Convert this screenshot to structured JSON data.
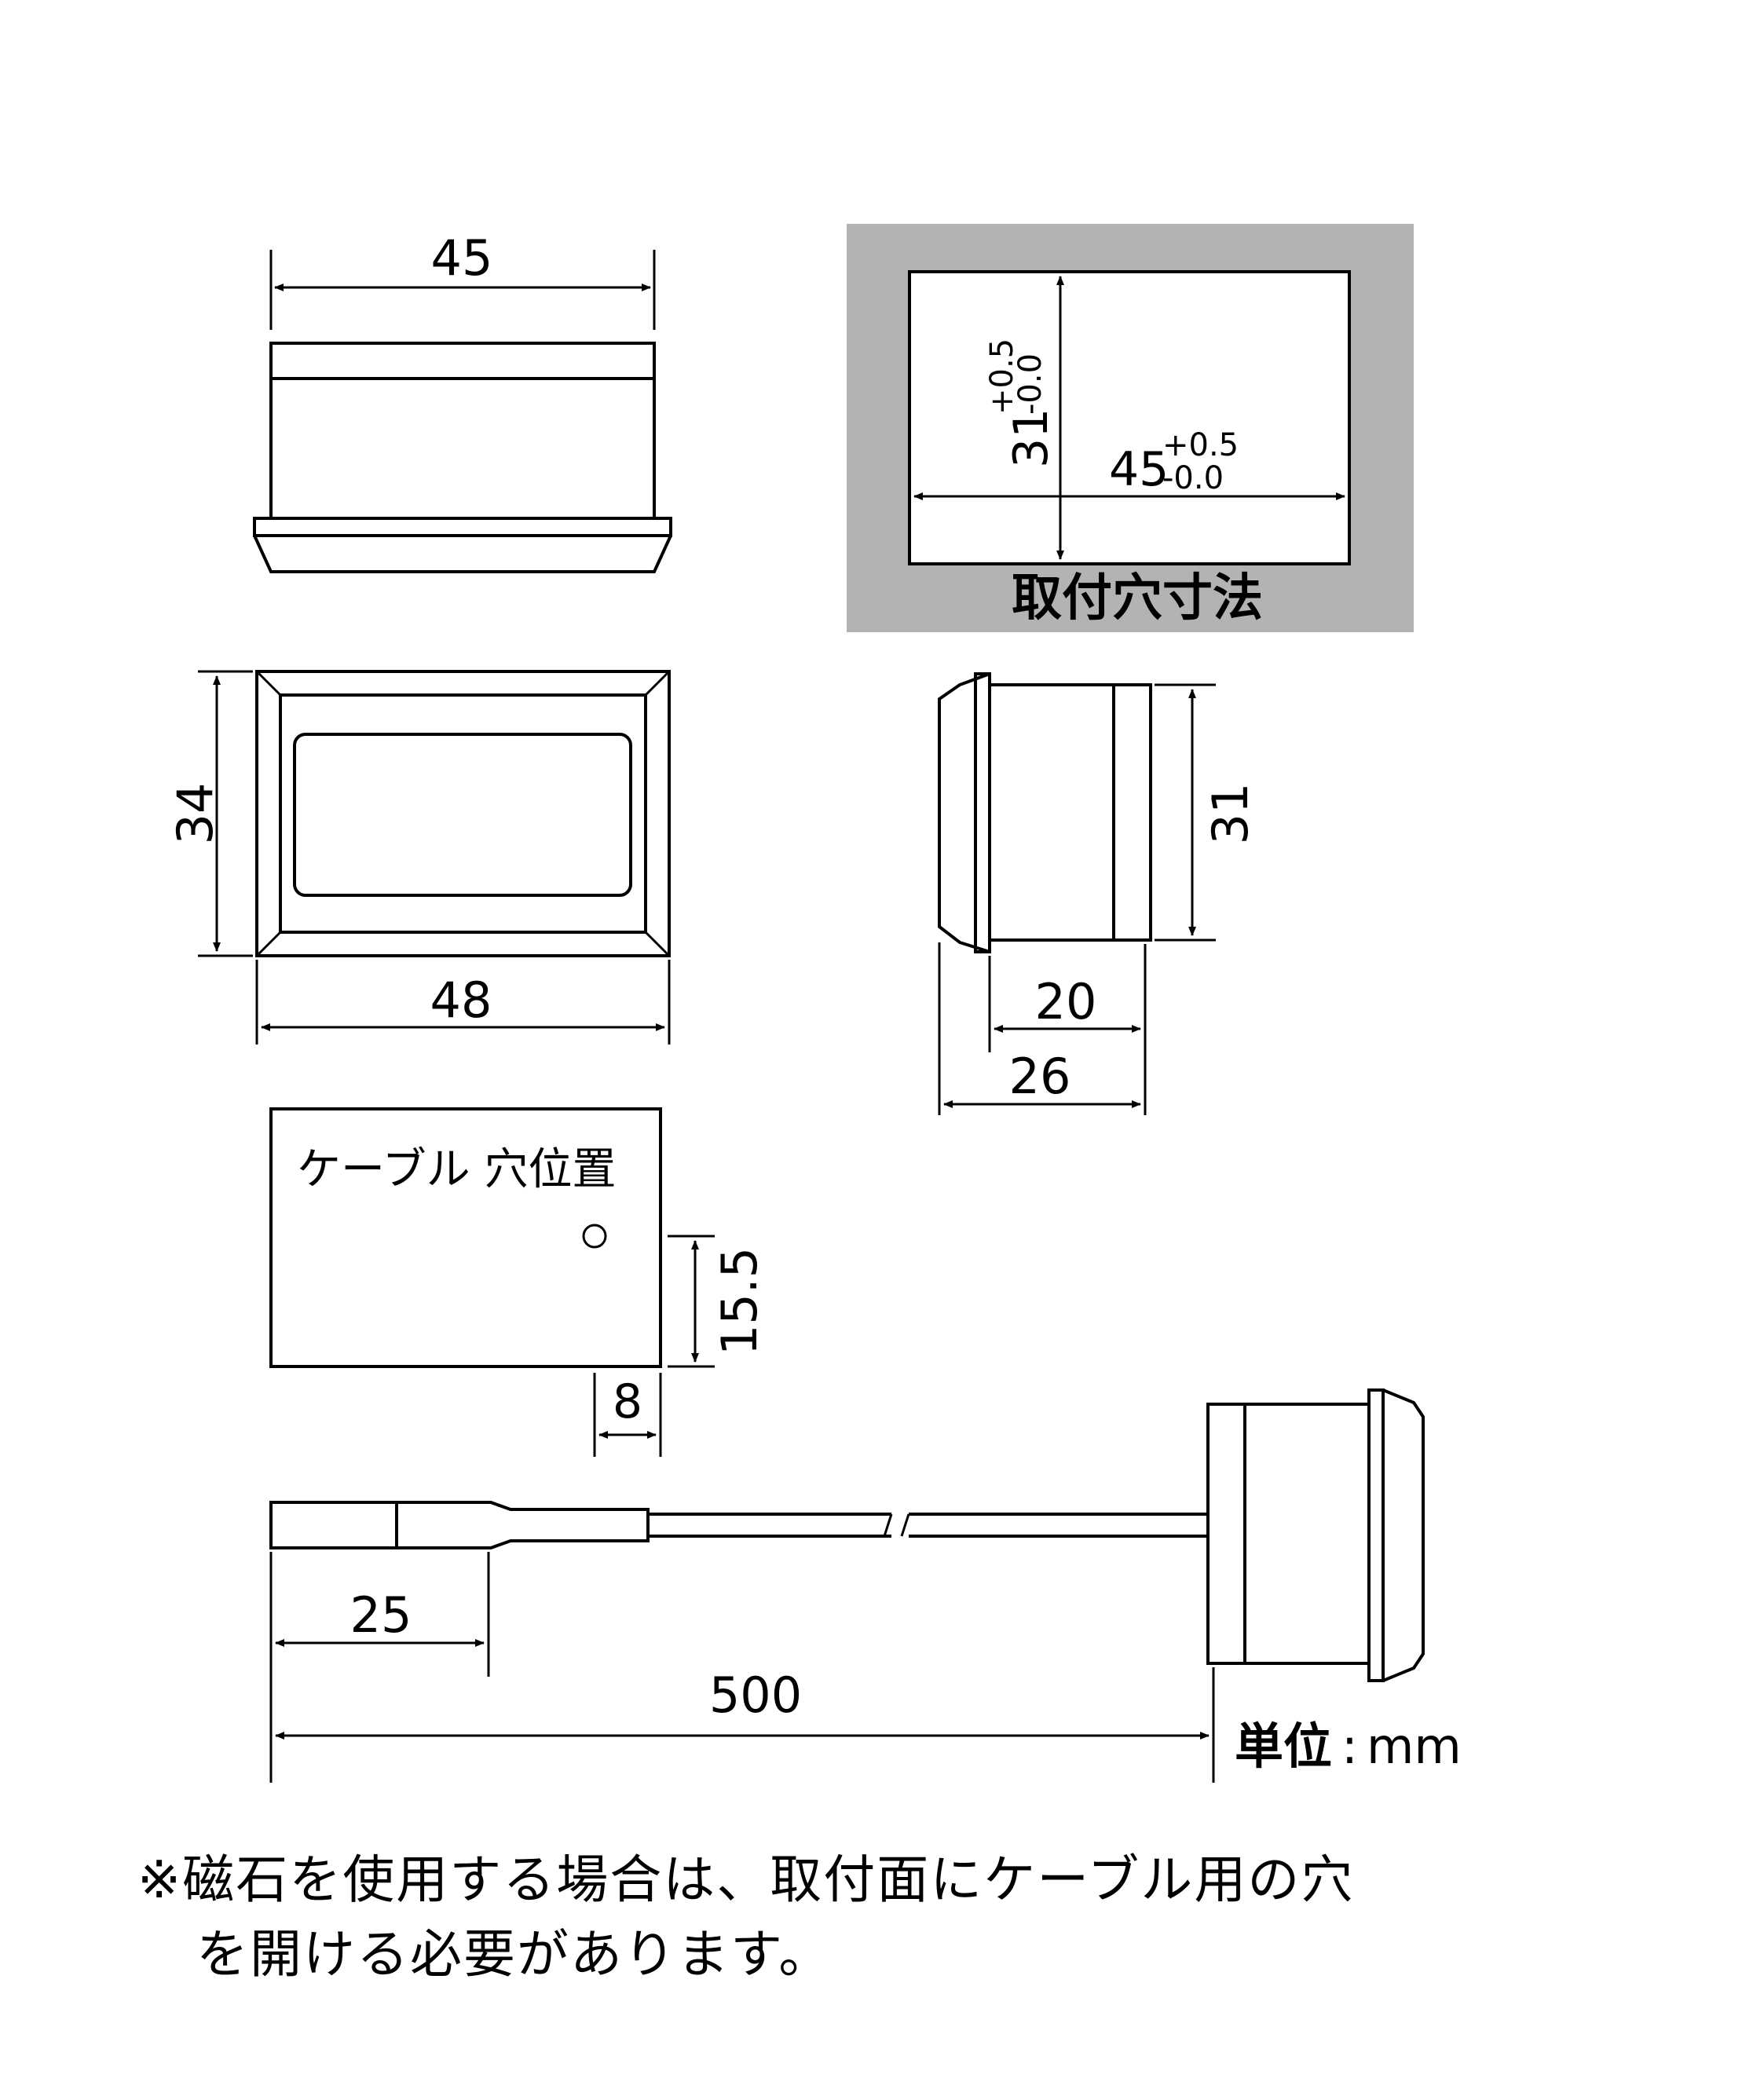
{
  "front_view": {
    "width_label": "45"
  },
  "face_view": {
    "height_label": "34",
    "width_label": "48"
  },
  "mounting_hole": {
    "title": "取付穴寸法",
    "height_value": "31",
    "height_tol_plus": "+0.5",
    "height_tol_minus": "-0.0",
    "width_value": "45",
    "width_tol_plus": "+0.5",
    "width_tol_minus": "-0.0",
    "panel_color": "#b3b3b3"
  },
  "side_view": {
    "height_label": "31",
    "body_depth_label": "20",
    "total_depth_label": "26"
  },
  "cable_hole": {
    "title": "ケーブル 穴位置",
    "height_label": "15.5",
    "offset_label": "8"
  },
  "cable": {
    "probe_label": "25",
    "length_label": "500"
  },
  "unit": {
    "label": "単位",
    "value": "mm"
  },
  "note": {
    "line1": "※磁石を使用する場合は、取付面にケーブル用の穴",
    "line2": "を開ける必要があります。"
  }
}
